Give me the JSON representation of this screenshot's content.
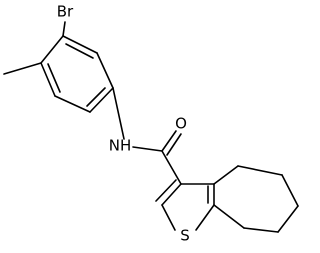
{
  "molecule": {
    "atom_labels": {
      "bromine": "Br",
      "amide_nitrogen": "NH",
      "carbonyl_oxygen": "O",
      "thiophene_sulfur": "S"
    }
  }
}
